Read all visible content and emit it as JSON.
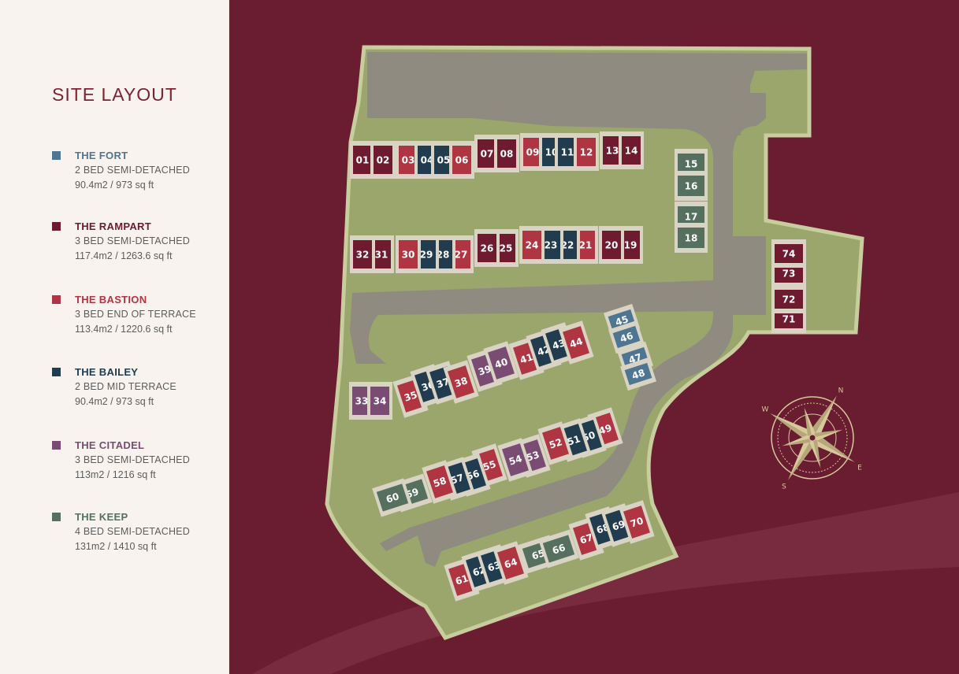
{
  "title": "SITE LAYOUT",
  "colors": {
    "fort": "#4e7592",
    "rampart": "#6e1b30",
    "bastion": "#b03542",
    "bailey": "#203c4e",
    "citadel": "#7a4c74",
    "keep": "#55705f",
    "background": "#6a1c31",
    "grass": "#9aa66b",
    "road": "#8f8b80"
  },
  "legend": [
    {
      "key": "fort",
      "name": "THE FORT",
      "desc": "2 BED SEMI-DETACHED",
      "area": "90.4m2 / 973 sq ft",
      "name_color": "#4e7592"
    },
    {
      "key": "rampart",
      "name": "THE RAMPART",
      "desc": "3 BED SEMI-DETACHED",
      "area": "117.4m2 / 1263.6 sq ft",
      "name_color": "#6e1b30"
    },
    {
      "key": "bastion",
      "name": "THE BASTION",
      "desc": "3 BED END OF TERRACE",
      "area": "113.4m2 / 1220.6 sq ft",
      "name_color": "#b03542"
    },
    {
      "key": "bailey",
      "name": "THE BAILEY",
      "desc": "2 BED MID TERRACE",
      "area": "90.4m2 / 973 sq ft",
      "name_color": "#203c4e"
    },
    {
      "key": "citadel",
      "name": "THE CITADEL",
      "desc": "3 BED SEMI-DETACHED",
      "area": "113m2 / 1216 sq ft",
      "name_color": "#7a4c74"
    },
    {
      "key": "keep",
      "name": "THE KEEP",
      "desc": "4 BED SEMI-DETACHED",
      "area": "131m2 / 1410 sq ft",
      "name_color": "#55705f"
    }
  ],
  "compass": {
    "n": "N",
    "e": "E",
    "s": "S",
    "w": "W"
  },
  "plots": [
    {
      "n": "01",
      "t": "rampart"
    },
    {
      "n": "02",
      "t": "rampart"
    },
    {
      "n": "03",
      "t": "bastion"
    },
    {
      "n": "04",
      "t": "bailey"
    },
    {
      "n": "05",
      "t": "bailey"
    },
    {
      "n": "06",
      "t": "bastion"
    },
    {
      "n": "07",
      "t": "rampart"
    },
    {
      "n": "08",
      "t": "rampart"
    },
    {
      "n": "09",
      "t": "bastion"
    },
    {
      "n": "10",
      "t": "bailey"
    },
    {
      "n": "11",
      "t": "bailey"
    },
    {
      "n": "12",
      "t": "bastion"
    },
    {
      "n": "13",
      "t": "rampart"
    },
    {
      "n": "14",
      "t": "rampart"
    },
    {
      "n": "15",
      "t": "keep"
    },
    {
      "n": "16",
      "t": "keep"
    },
    {
      "n": "17",
      "t": "keep"
    },
    {
      "n": "18",
      "t": "keep"
    },
    {
      "n": "19",
      "t": "rampart"
    },
    {
      "n": "20",
      "t": "rampart"
    },
    {
      "n": "21",
      "t": "bastion"
    },
    {
      "n": "22",
      "t": "bailey"
    },
    {
      "n": "23",
      "t": "bailey"
    },
    {
      "n": "24",
      "t": "bastion"
    },
    {
      "n": "25",
      "t": "rampart"
    },
    {
      "n": "26",
      "t": "rampart"
    },
    {
      "n": "27",
      "t": "bastion"
    },
    {
      "n": "28",
      "t": "bailey"
    },
    {
      "n": "29",
      "t": "bailey"
    },
    {
      "n": "30",
      "t": "bastion"
    },
    {
      "n": "31",
      "t": "rampart"
    },
    {
      "n": "32",
      "t": "rampart"
    },
    {
      "n": "33",
      "t": "citadel"
    },
    {
      "n": "34",
      "t": "citadel"
    },
    {
      "n": "35",
      "t": "bastion"
    },
    {
      "n": "36",
      "t": "bailey"
    },
    {
      "n": "37",
      "t": "bailey"
    },
    {
      "n": "38",
      "t": "bastion"
    },
    {
      "n": "39",
      "t": "citadel"
    },
    {
      "n": "40",
      "t": "citadel"
    },
    {
      "n": "41",
      "t": "bastion"
    },
    {
      "n": "42",
      "t": "bailey"
    },
    {
      "n": "43",
      "t": "bailey"
    },
    {
      "n": "44",
      "t": "bastion"
    },
    {
      "n": "45",
      "t": "fort"
    },
    {
      "n": "46",
      "t": "fort"
    },
    {
      "n": "47",
      "t": "fort"
    },
    {
      "n": "48",
      "t": "fort"
    },
    {
      "n": "49",
      "t": "bastion"
    },
    {
      "n": "50",
      "t": "bailey"
    },
    {
      "n": "51",
      "t": "bailey"
    },
    {
      "n": "52",
      "t": "bastion"
    },
    {
      "n": "53",
      "t": "citadel"
    },
    {
      "n": "54",
      "t": "citadel"
    },
    {
      "n": "55",
      "t": "bastion"
    },
    {
      "n": "56",
      "t": "bailey"
    },
    {
      "n": "57",
      "t": "bailey"
    },
    {
      "n": "58",
      "t": "bastion"
    },
    {
      "n": "59",
      "t": "keep"
    },
    {
      "n": "60",
      "t": "keep"
    },
    {
      "n": "61",
      "t": "bastion"
    },
    {
      "n": "62",
      "t": "bailey"
    },
    {
      "n": "63",
      "t": "bailey"
    },
    {
      "n": "64",
      "t": "bastion"
    },
    {
      "n": "65",
      "t": "keep"
    },
    {
      "n": "66",
      "t": "keep"
    },
    {
      "n": "67",
      "t": "bastion"
    },
    {
      "n": "68",
      "t": "bailey"
    },
    {
      "n": "69",
      "t": "bailey"
    },
    {
      "n": "70",
      "t": "bastion"
    },
    {
      "n": "71",
      "t": "rampart"
    },
    {
      "n": "72",
      "t": "rampart"
    },
    {
      "n": "73",
      "t": "rampart"
    },
    {
      "n": "74",
      "t": "rampart"
    }
  ]
}
